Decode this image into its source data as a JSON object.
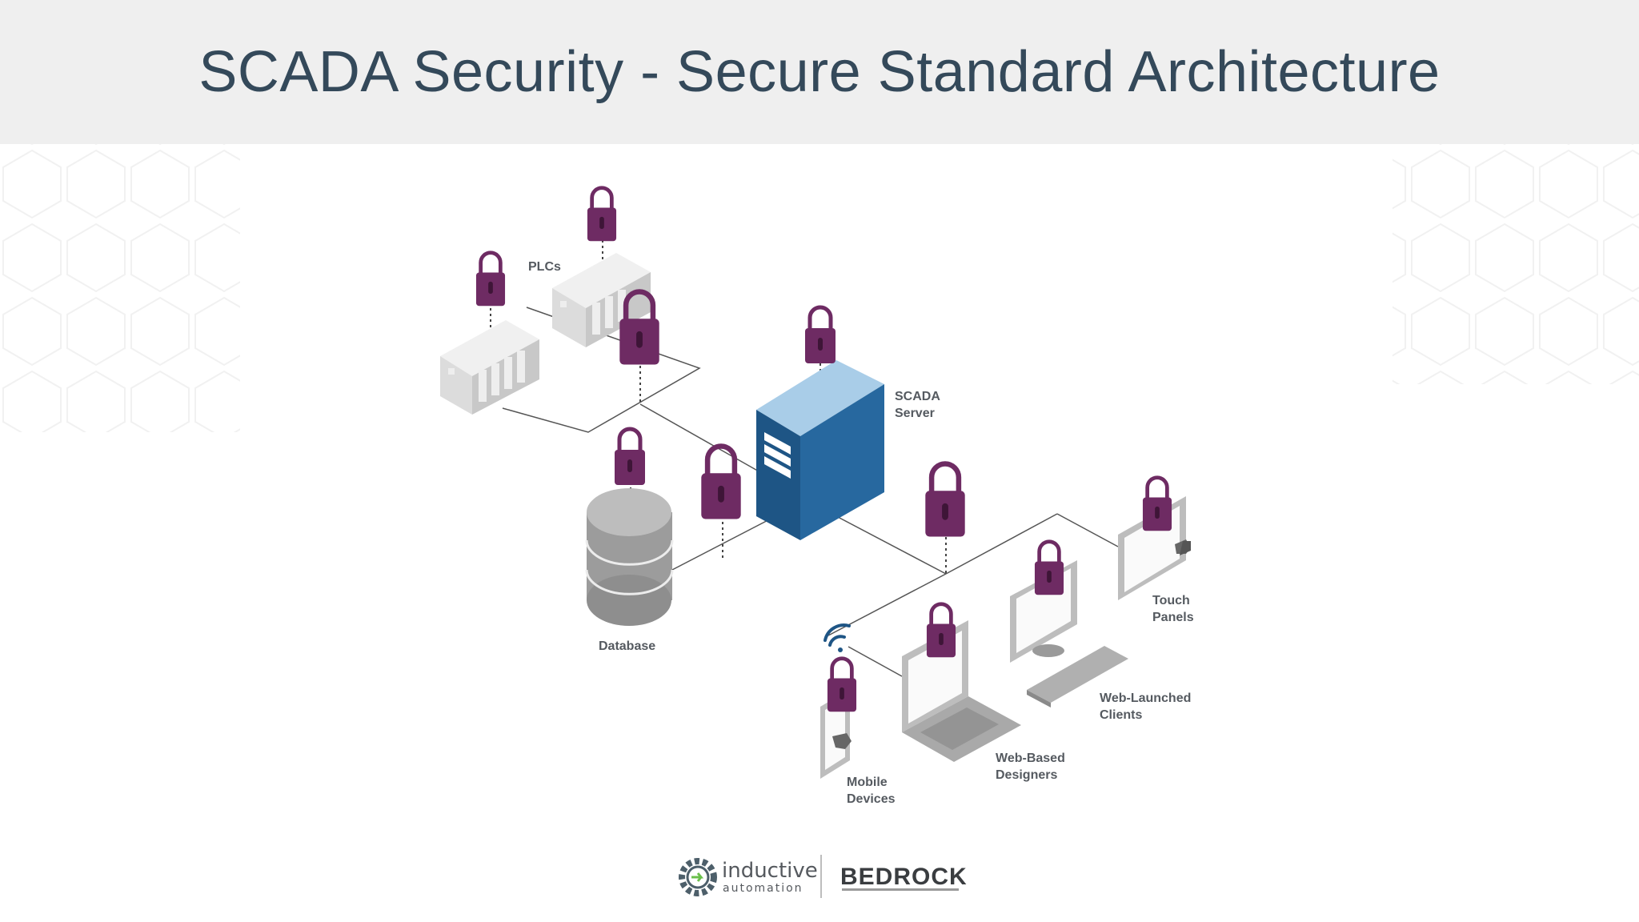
{
  "slide": {
    "title": "SCADA Security - Secure Standard Architecture"
  },
  "diagram": {
    "labels": {
      "plcs": "PLCs",
      "scada_server": [
        "SCADA",
        "Server"
      ],
      "database": "Database",
      "touch_panels": [
        "Touch",
        "Panels"
      ],
      "web_launched_clients": [
        "Web-Launched",
        "Clients"
      ],
      "web_based_designers": [
        "Web-Based",
        "Designers"
      ],
      "mobile_devices": [
        "Mobile",
        "Devices"
      ]
    },
    "icons": [
      "plc-icon",
      "scada-server-icon",
      "database-icon",
      "padlock-icon",
      "monitor-icon",
      "keyboard-icon",
      "laptop-icon",
      "tablet-icon",
      "touch-panel-icon",
      "wifi-icon",
      "hand-pointer-icon"
    ]
  },
  "footer": {
    "logo_left_line1": "inductive",
    "logo_left_line2": "automation",
    "logo_right": "BEDROCK"
  },
  "colors": {
    "title_text": "#34495a",
    "title_bar": "#efefef",
    "lock": "#6e2b63",
    "server_front": "#1e5585",
    "server_top": "#a9cde8"
  }
}
